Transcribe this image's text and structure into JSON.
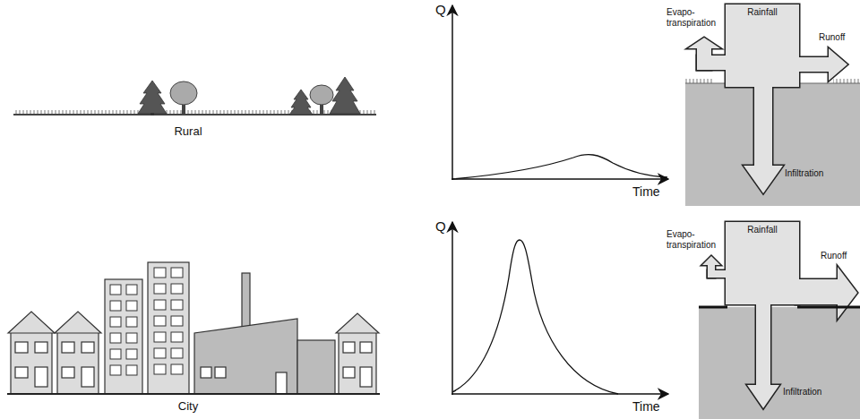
{
  "diagram": {
    "labels": [
      "Rural",
      "Q",
      "Time",
      "Rainfall",
      "Evapo- transpiration",
      "Runoff",
      "Infiltration",
      "City",
      "Q",
      "Time",
      "Rainfall",
      "Evapo- transpiration",
      "Runoff",
      "Infiltration"
    ]
  }
}
